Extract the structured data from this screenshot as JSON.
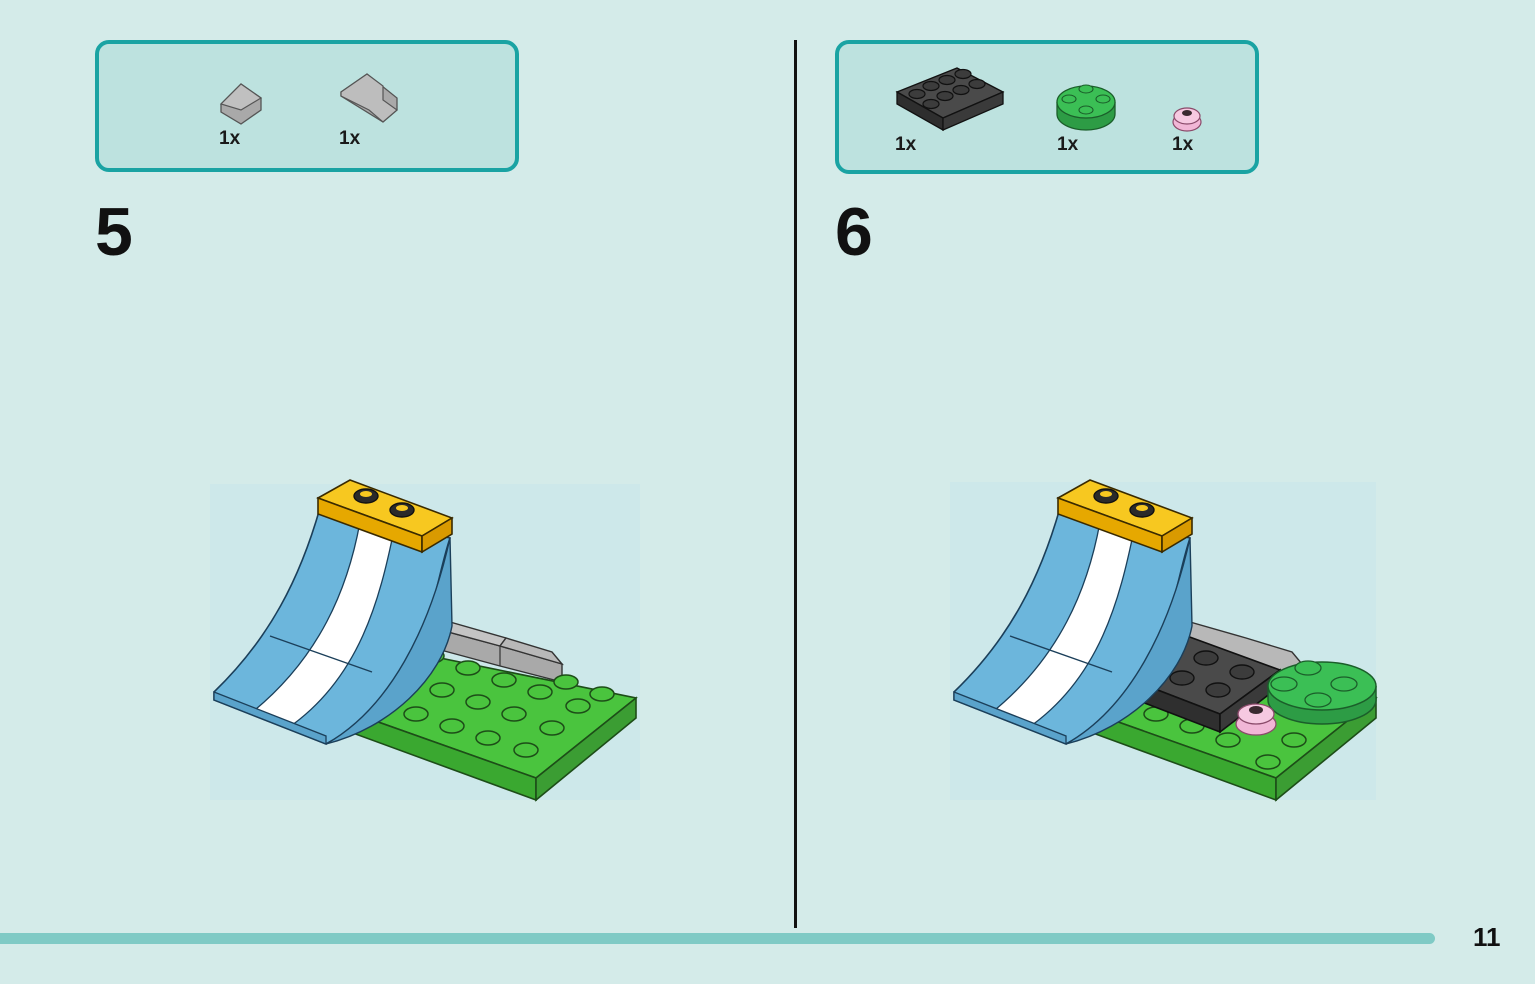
{
  "steps": [
    {
      "number": "5",
      "parts": [
        {
          "icon": "grey-slope-small-icon",
          "qty": "1x",
          "color": "#a9a9a9"
        },
        {
          "icon": "grey-slope-large-icon",
          "qty": "1x",
          "color": "#a9a9a9"
        }
      ]
    },
    {
      "number": "6",
      "parts": [
        {
          "icon": "black-plate-2x3-icon",
          "qty": "1x",
          "color": "#3c3c3c"
        },
        {
          "icon": "green-round-plate-icon",
          "qty": "1x",
          "color": "#3bbf55"
        },
        {
          "icon": "pink-flower-icon",
          "qty": "1x",
          "color": "#f1b6d6"
        }
      ]
    }
  ],
  "page_number": "11",
  "colors": {
    "background": "#d4ebe9",
    "box_border": "#1aa3a3",
    "box_fill": "#bde2df",
    "footer_bar": "#7fcac5",
    "ramp_blue": "#6cb6dc",
    "stripe_white": "#ffffff",
    "yellow_plate": "#f7c820",
    "green_plate": "#4ac43e",
    "grey_slope": "#a9a9a9"
  }
}
